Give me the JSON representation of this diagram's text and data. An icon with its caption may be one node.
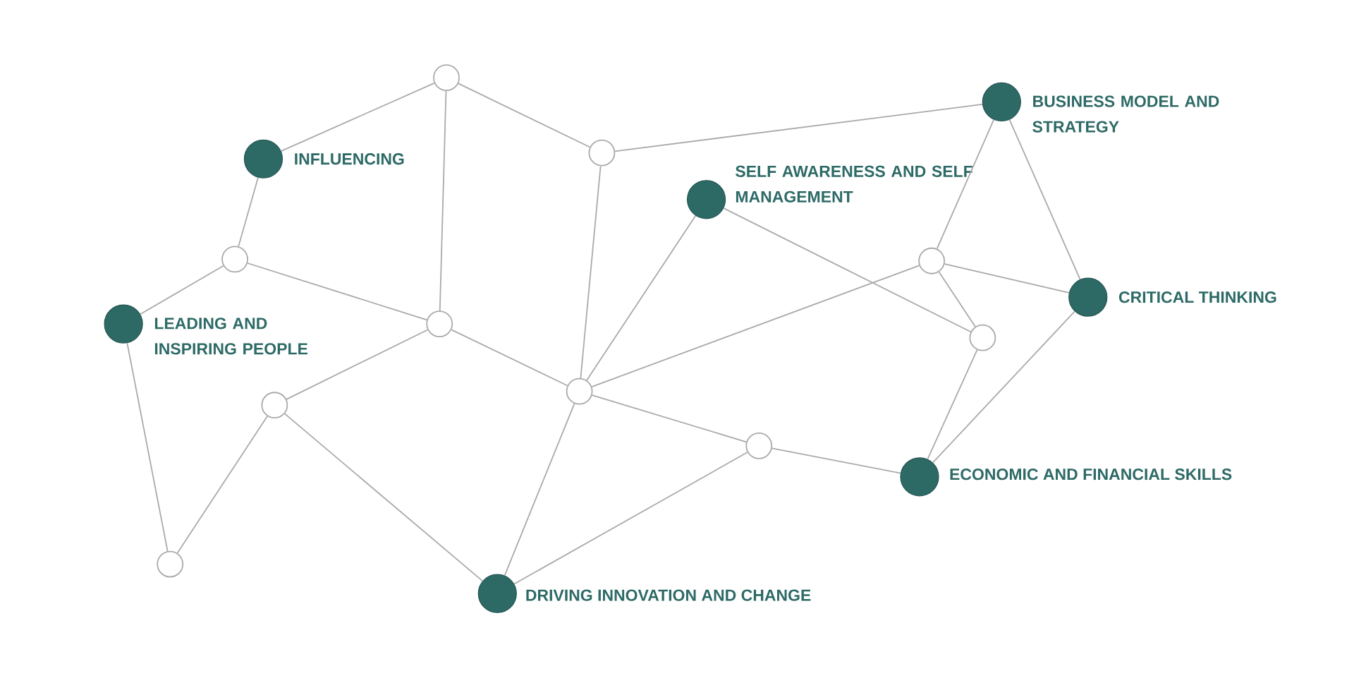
{
  "diagram": {
    "nodes": [
      {
        "text": [],
        "shape": "circle"
      },
      {
        "text": [
          "BUSINESS MODEL AND STRATEGY"
        ]
      },
      {
        "text": [
          "INFLUENCING"
        ]
      },
      {
        "text": [],
        "shape": "circle"
      },
      {
        "text": [
          "SELF AWARENESS AND SELF MANAGEMENT"
        ]
      },
      {
        "text": [],
        "shape": "circle"
      },
      {
        "text": [],
        "shape": "circle"
      },
      {
        "text": [
          "CRITICAL THINKING"
        ]
      },
      {
        "text": [
          "LEADING AND INSPIRING PEOPLE"
        ]
      },
      {
        "text": [],
        "shape": "circle"
      },
      {
        "text": [],
        "shape": "circle"
      },
      {
        "text": [],
        "shape": "circle"
      },
      {
        "text": [],
        "shape": "circle"
      },
      {
        "text": [],
        "shape": "circle"
      },
      {
        "text": [
          "ECONOMIC AND FINANCIAL SKILLS"
        ]
      },
      {
        "text": [],
        "shape": "circle"
      },
      {
        "text": [
          "DRIVING INNOVATION AND CHANGE"
        ]
      }
    ],
    "edges": [
      {
        "from": 2,
        "to": 0,
        "arrow": "none"
      },
      {
        "from": 0,
        "to": 3,
        "arrow": "none"
      },
      {
        "from": 0,
        "to": 9,
        "arrow": "none"
      },
      {
        "from": 3,
        "to": 1,
        "arrow": "none"
      },
      {
        "from": 3,
        "to": 11,
        "arrow": "none"
      },
      {
        "from": 2,
        "to": 5,
        "arrow": "none"
      },
      {
        "from": 5,
        "to": 8,
        "arrow": "none"
      },
      {
        "from": 5,
        "to": 9,
        "arrow": "none"
      },
      {
        "from": 9,
        "to": 12,
        "arrow": "none"
      },
      {
        "from": 9,
        "to": 11,
        "arrow": "none"
      },
      {
        "from": 12,
        "to": 15,
        "arrow": "none"
      },
      {
        "from": 12,
        "to": 16,
        "arrow": "none"
      },
      {
        "from": 8,
        "to": 15,
        "arrow": "none"
      },
      {
        "from": 11,
        "to": 4,
        "arrow": "none"
      },
      {
        "from": 11,
        "to": 6,
        "arrow": "none"
      },
      {
        "from": 11,
        "to": 13,
        "arrow": "none"
      },
      {
        "from": 11,
        "to": 16,
        "arrow": "none"
      },
      {
        "from": 13,
        "to": 16,
        "arrow": "none"
      },
      {
        "from": 13,
        "to": 14,
        "arrow": "none"
      },
      {
        "from": 1,
        "to": 6,
        "arrow": "none"
      },
      {
        "from": 1,
        "to": 7,
        "arrow": "none"
      },
      {
        "from": 6,
        "to": 7,
        "arrow": "none"
      },
      {
        "from": 6,
        "to": 10,
        "arrow": "none"
      },
      {
        "from": 4,
        "to": 10,
        "arrow": "none"
      },
      {
        "from": 10,
        "to": 14,
        "arrow": "none"
      },
      {
        "from": 7,
        "to": 14,
        "arrow": "none"
      }
    ]
  }
}
